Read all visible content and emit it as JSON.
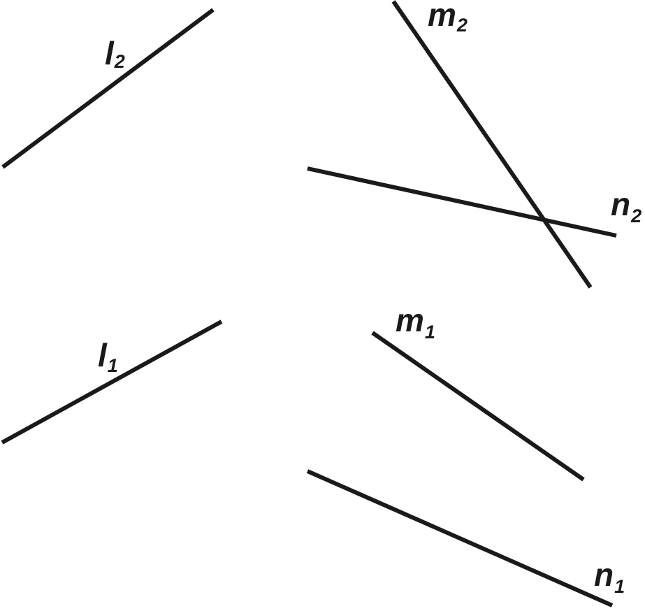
{
  "lines": [
    {
      "id": "l2",
      "name": "l",
      "sub": "2"
    },
    {
      "id": "m2",
      "name": "m",
      "sub": "2"
    },
    {
      "id": "n2",
      "name": "n",
      "sub": "2"
    },
    {
      "id": "l1",
      "name": "l",
      "sub": "1"
    },
    {
      "id": "m1",
      "name": "m",
      "sub": "1"
    },
    {
      "id": "n1",
      "name": "n",
      "sub": "1"
    }
  ]
}
